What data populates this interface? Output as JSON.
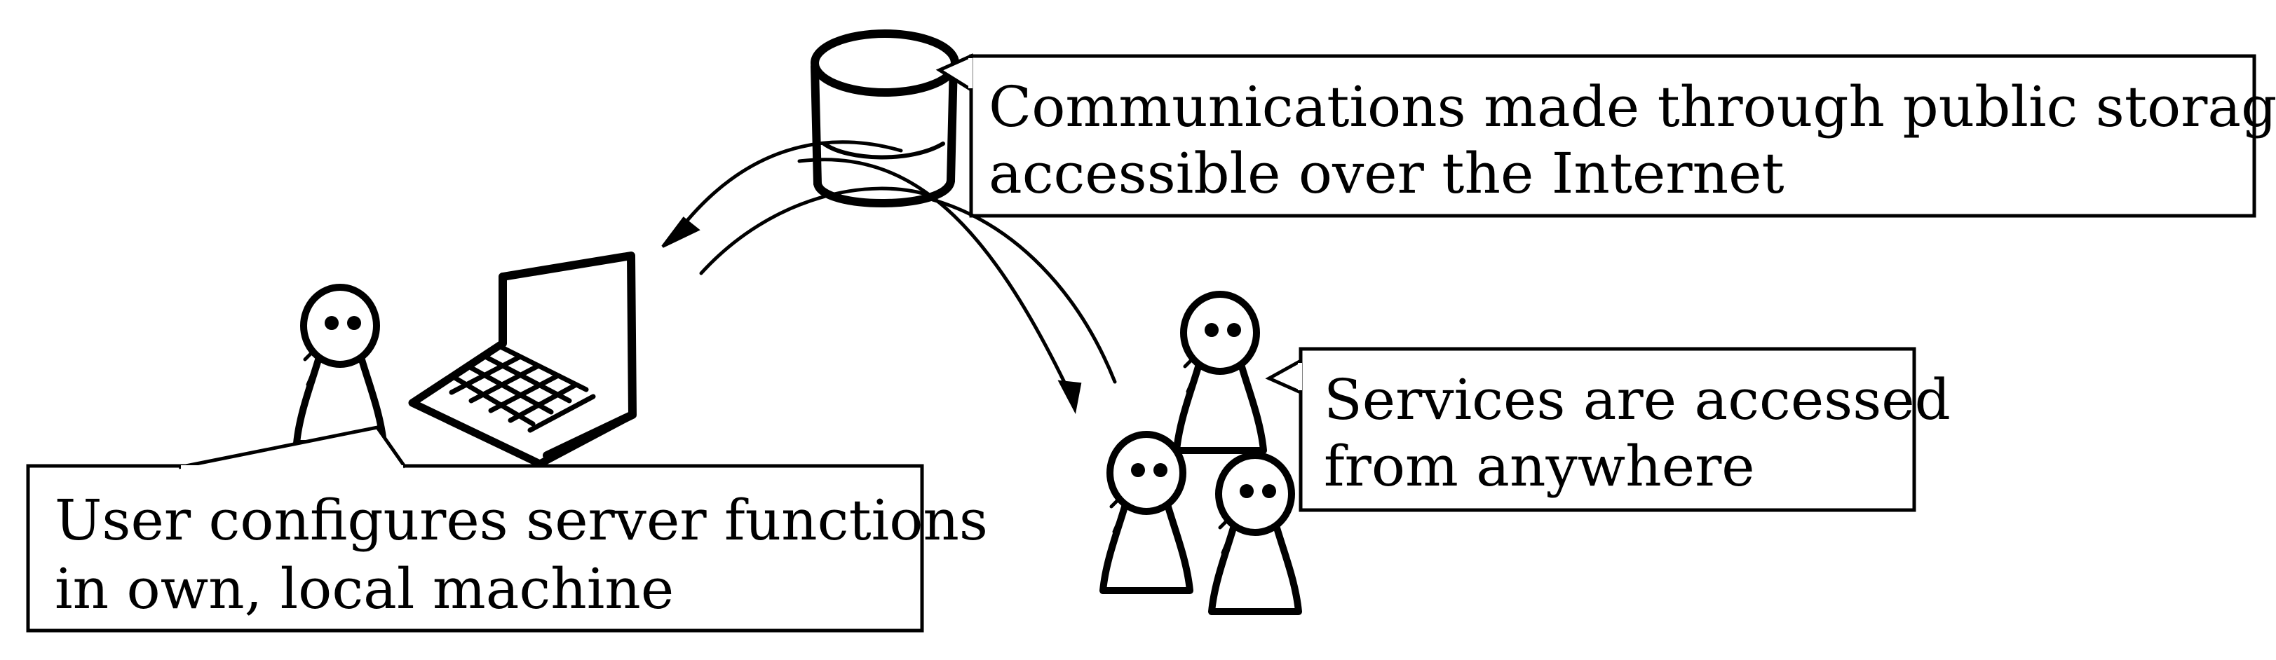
{
  "colors": {
    "ink": "#000000",
    "paper": "#ffffff"
  },
  "icons": [
    "database-icon",
    "person-icon",
    "laptop-icon",
    "arrow-icon"
  ],
  "callouts": {
    "storage": {
      "line1": "Communications made through public storage,",
      "line2": "accessible over the Internet"
    },
    "services": {
      "line1": "Services are accessed",
      "line2": "from anywhere"
    },
    "user": {
      "line1": "User configures server functions",
      "line2": "in own, local machine"
    }
  }
}
